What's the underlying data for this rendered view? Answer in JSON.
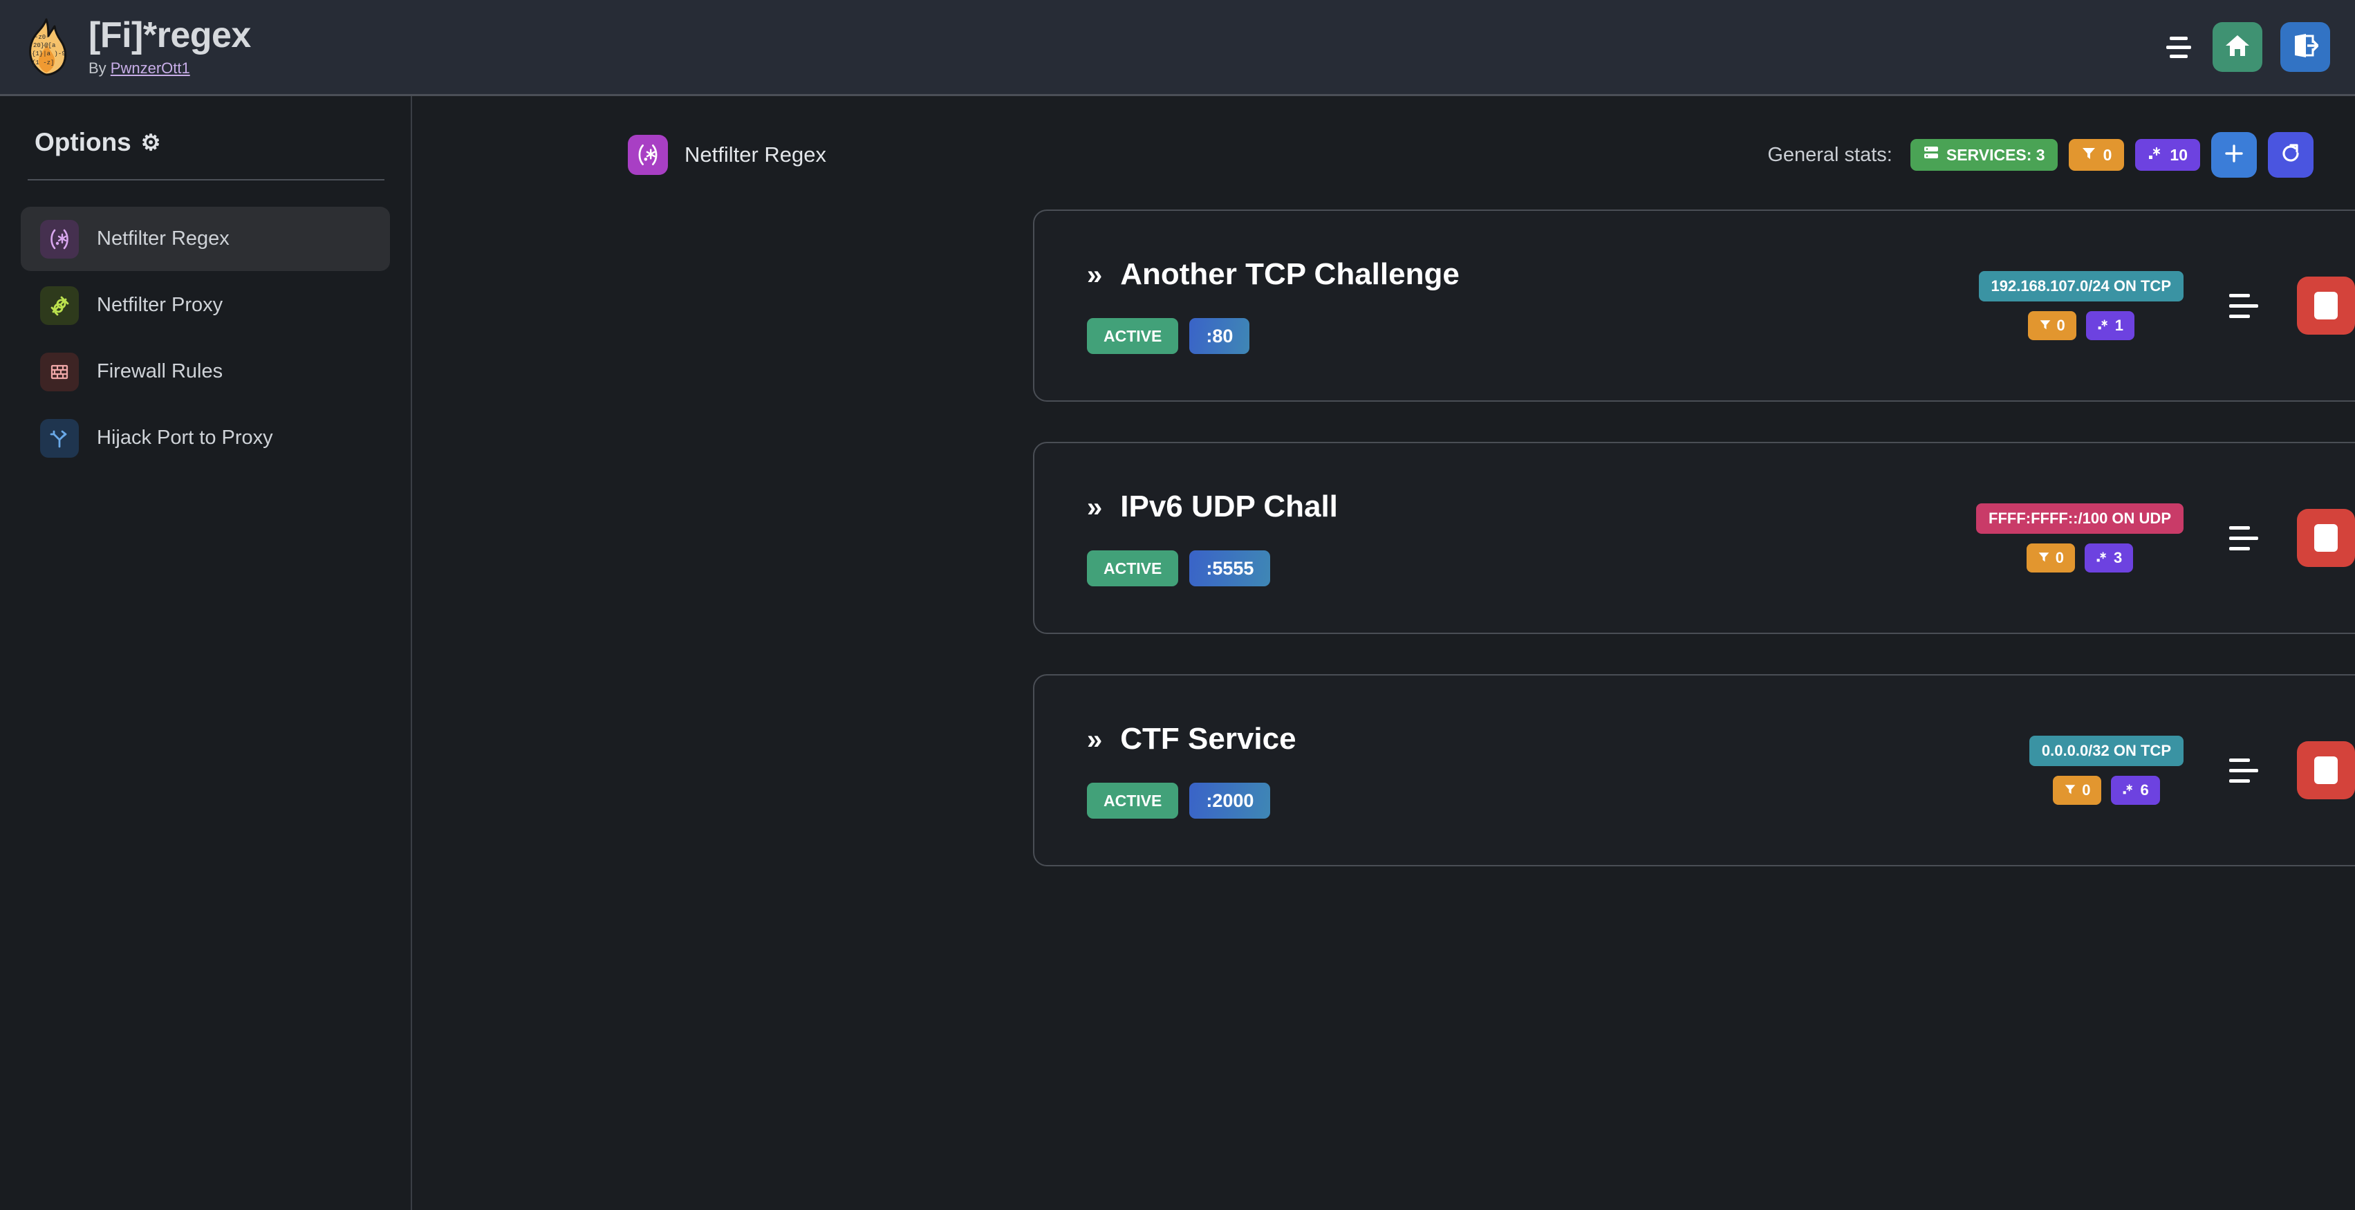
{
  "header": {
    "title": "[Fi]*regex",
    "by_prefix": "By ",
    "author": "PwnzerOtt1",
    "logo_icon": "flame-regex-logo",
    "menu_icon": "hamburger-menu-icon",
    "home_icon": "home-icon",
    "logout_icon": "logout-icon"
  },
  "sidebar": {
    "heading": "Options",
    "gear": "⚙",
    "items": [
      {
        "label": "Netfilter Regex",
        "icon": "regex-icon",
        "glyph": "(.*)",
        "active": true
      },
      {
        "label": "Netfilter Proxy",
        "icon": "plug-icon",
        "glyph": "",
        "active": false
      },
      {
        "label": "Firewall Rules",
        "icon": "brick-wall-icon",
        "glyph": "",
        "active": false
      },
      {
        "label": "Hijack Port to Proxy",
        "icon": "route-fork-icon",
        "glyph": "",
        "active": false
      }
    ]
  },
  "main": {
    "page_icon": "regex-icon",
    "page_icon_glyph": "(.*)",
    "page_title": "Netfilter Regex",
    "stats_label": "General stats:",
    "stats": [
      {
        "icon": "server-icon",
        "label": "SERVICES: 3",
        "color": "#4aa355",
        "kind": "services"
      },
      {
        "icon": "funnel-icon",
        "label": "0",
        "color": "#e2962f",
        "kind": "filter"
      },
      {
        "icon": "regex-icon",
        "label": "10",
        "color": "#6d42e0",
        "kind": "regex"
      }
    ],
    "add_button": "+",
    "refresh_button": "refresh-icon"
  },
  "cards": [
    {
      "chevron": "»",
      "title": "Another TCP Challenge",
      "status": "ACTIVE",
      "port": ":80",
      "network": "192.168.107.0/24 ON TCP",
      "network_kind": "tcp",
      "filters": "0",
      "regexes": "1",
      "list_icon": "list-icon",
      "stop_icon": "stop-icon",
      "play_icon": "play-icon",
      "open_icon": "chevron-right-icon"
    },
    {
      "chevron": "»",
      "title": "IPv6 UDP Chall",
      "status": "ACTIVE",
      "port": ":5555",
      "network": "FFFF:FFFF::/100 ON UDP",
      "network_kind": "udp",
      "filters": "0",
      "regexes": "3",
      "list_icon": "list-icon",
      "stop_icon": "stop-icon",
      "play_icon": "play-icon",
      "open_icon": "chevron-right-icon"
    },
    {
      "chevron": "»",
      "title": "CTF Service",
      "status": "ACTIVE",
      "port": ":2000",
      "network": "0.0.0.0/32 ON TCP",
      "network_kind": "tcp",
      "filters": "0",
      "regexes": "6",
      "list_icon": "list-icon",
      "stop_icon": "stop-icon",
      "play_icon": "play-icon",
      "open_icon": "chevron-right-icon"
    }
  ],
  "colors": {
    "header_bg": "#272c36",
    "body_bg": "#1a1d21",
    "accent_green": "#3f9272",
    "accent_blue": "#3273c4",
    "stop_red": "#d4433b",
    "regex_purple": "#a83fc4"
  }
}
